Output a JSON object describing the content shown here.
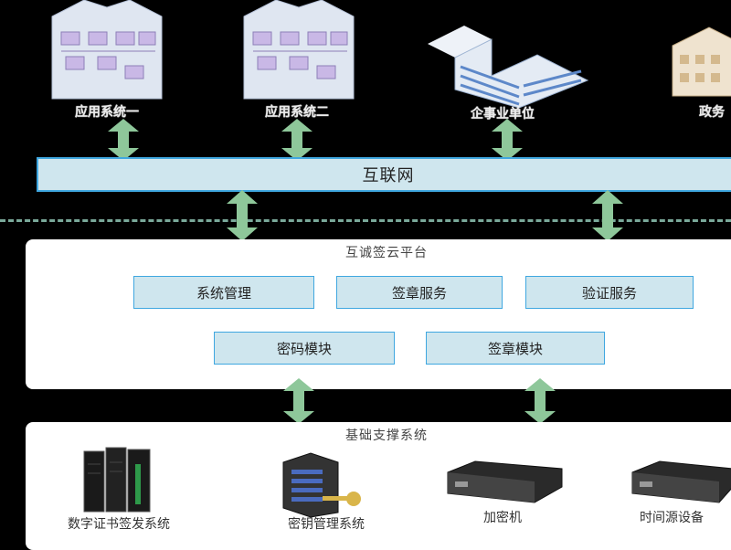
{
  "top_nodes": [
    {
      "label": "应用系统一",
      "icon": "building-app-icon"
    },
    {
      "label": "应用系统二",
      "icon": "building-app-icon"
    },
    {
      "label": "企事业单位",
      "icon": "office-building-icon"
    },
    {
      "label": "政务",
      "icon": "government-building-icon"
    }
  ],
  "internet": {
    "label": "互联网"
  },
  "platform": {
    "title": "互诚签云平台",
    "modules_row1": [
      "系统管理",
      "签章服务",
      "验证服务"
    ],
    "modules_row2": [
      "密码模块",
      "签章模块"
    ]
  },
  "base": {
    "title": "基础支撑系统",
    "items": [
      {
        "label": "数字证书签发系统",
        "icon": "server-rack-icon"
      },
      {
        "label": "密钥管理系统",
        "icon": "key-server-icon"
      },
      {
        "label": "加密机",
        "icon": "encryption-device-icon"
      },
      {
        "label": "时间源设备",
        "icon": "time-source-device-icon"
      }
    ]
  },
  "colors": {
    "arrow": "#8ec79a",
    "bar": "#cfe6ee",
    "border": "#3fa7e0"
  }
}
